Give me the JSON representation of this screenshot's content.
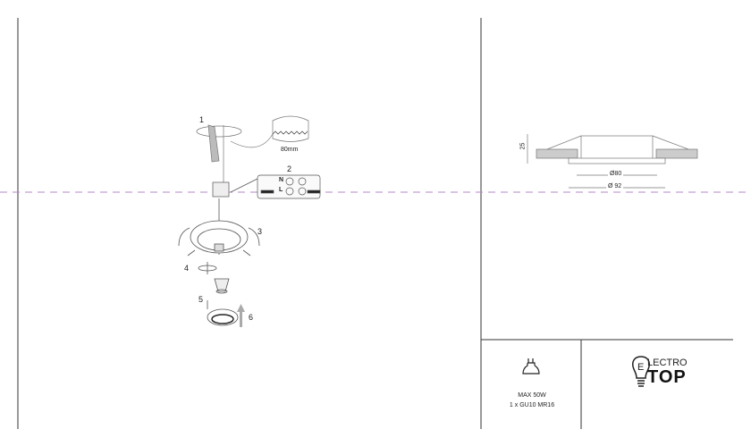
{
  "steps": [
    "1",
    "2",
    "3",
    "4",
    "5",
    "6"
  ],
  "hole_label": "80mm",
  "wiring": {
    "neutral": "N",
    "live": "L"
  },
  "dimensions": {
    "height": "25",
    "inner_diameter": "Ø80",
    "outer_diameter": "Ø 92"
  },
  "spec": {
    "max_power": "MAX 50W",
    "lamp": "1 x GU10 MR16"
  },
  "logo": {
    "top": "LECTRO",
    "bottom": "TOP",
    "letter": "E"
  },
  "colors": {
    "dash": "#b48ac8",
    "line": "#333333"
  }
}
